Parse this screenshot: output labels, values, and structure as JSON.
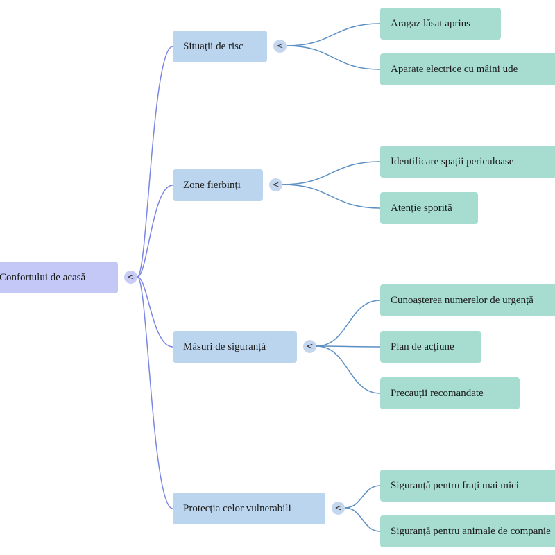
{
  "root": {
    "label": "Confortului de acasă",
    "toggle": "<"
  },
  "branches": [
    {
      "label": "Situații de risc",
      "toggle": "<",
      "children": [
        "Aragaz lăsat aprins",
        "Aparate electrice cu mâini ude"
      ]
    },
    {
      "label": "Zone fierbinți",
      "toggle": "<",
      "children": [
        "Identificare spații periculoase",
        "Atenție sporită"
      ]
    },
    {
      "label": "Măsuri de siguranță",
      "toggle": "<",
      "children": [
        "Cunoașterea numerelor de urgență",
        "Plan de acțiune",
        "Precauții recomandate"
      ]
    },
    {
      "label": "Protecția celor vulnerabili",
      "toggle": "<",
      "children": [
        "Siguranță pentru frați mai mici",
        "Siguranță pentru animale de companie"
      ]
    }
  ],
  "colors": {
    "root_fill": "#c3c8f6",
    "branch_fill": "#bcd5ee",
    "leaf_fill": "#a6ddd0",
    "root_link": "#7b86e3",
    "branch_link": "#5b8fc4"
  }
}
